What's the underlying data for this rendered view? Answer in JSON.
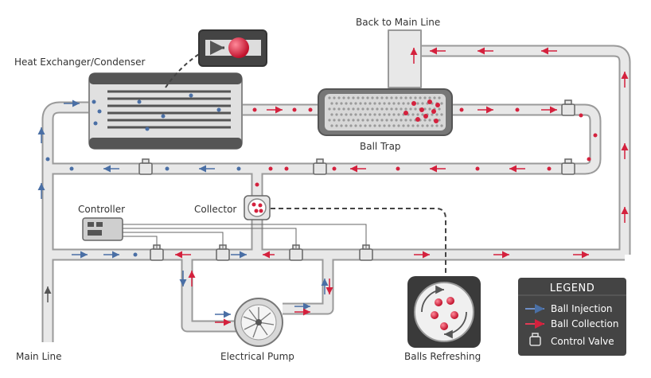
{
  "labels": {
    "back_to_main": "Back to Main Line",
    "heat_exchanger": "Heat Exchanger/Condenser",
    "ball_trap": "Ball Trap",
    "controller": "Controller",
    "collector": "Collector",
    "main_line": "Main Line",
    "electrical_pump": "Electrical Pump",
    "balls_refreshing": "Balls Refreshing"
  },
  "legend": {
    "title": "LEGEND",
    "items": [
      {
        "label": "Ball Injection",
        "color": "#4a6fa5"
      },
      {
        "label": "Ball Collection",
        "color": "#d4213d"
      },
      {
        "label": "Control Valve",
        "color": "#dddddd"
      }
    ]
  },
  "colors": {
    "pipe_fill": "#e8e8e8",
    "pipe_stroke": "#9a9a9a",
    "injection": "#4a6fa5",
    "collection": "#d4213d",
    "dark": "#444444"
  }
}
